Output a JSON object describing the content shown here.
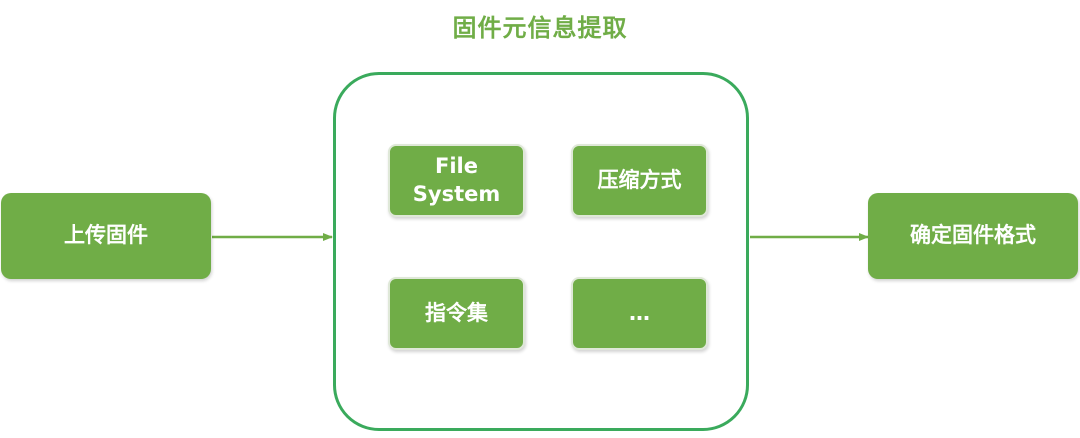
{
  "title": "固件元信息提取",
  "nodes": {
    "upload": "上传固件",
    "output": "确定固件格式",
    "inner": [
      "File\nSystem",
      "压缩方式",
      "指令集",
      "…"
    ]
  },
  "colors": {
    "box_fill": "#70ad47",
    "container_border": "#3aaa5c",
    "title": "#70ad47",
    "arrow": "#70ad47"
  }
}
